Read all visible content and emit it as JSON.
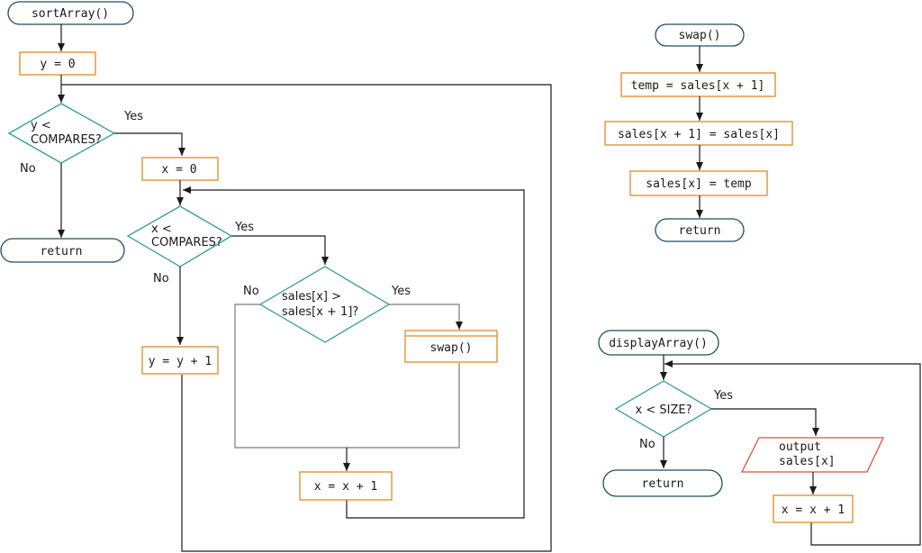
{
  "sort": {
    "start": "sortArray()",
    "init_y": "y = 0",
    "dec_y_line1": "y <",
    "dec_y_line2": "COMPARES?",
    "yes1": "Yes",
    "no1": "No",
    "ret": "return",
    "init_x": "x = 0",
    "dec_x_line1": "x <",
    "dec_x_line2": "COMPARES?",
    "yes2": "Yes",
    "no2": "No",
    "dec_s_line1": "sales[x] >",
    "dec_s_line2": "sales[x + 1]?",
    "no3": "No",
    "yes3": "Yes",
    "swap_call": "swap()",
    "inc_y": "y = y + 1",
    "inc_x": "x = x + 1"
  },
  "swap": {
    "start": "swap()",
    "step1": "temp = sales[x + 1]",
    "step2": "sales[x + 1] = sales[x]",
    "step3": "sales[x] = temp",
    "ret": "return"
  },
  "display": {
    "start": "displayArray()",
    "dec_line": "x < SIZE?",
    "yes": "Yes",
    "no": "No",
    "ret": "return",
    "out_line1": "output",
    "out_line2": "sales[x]",
    "inc_x": "x = x + 1"
  },
  "colors": {
    "terminal": "#1f4e66",
    "process": "#e08a1e",
    "decision": "#2e9c98",
    "io": "#e0513a"
  }
}
